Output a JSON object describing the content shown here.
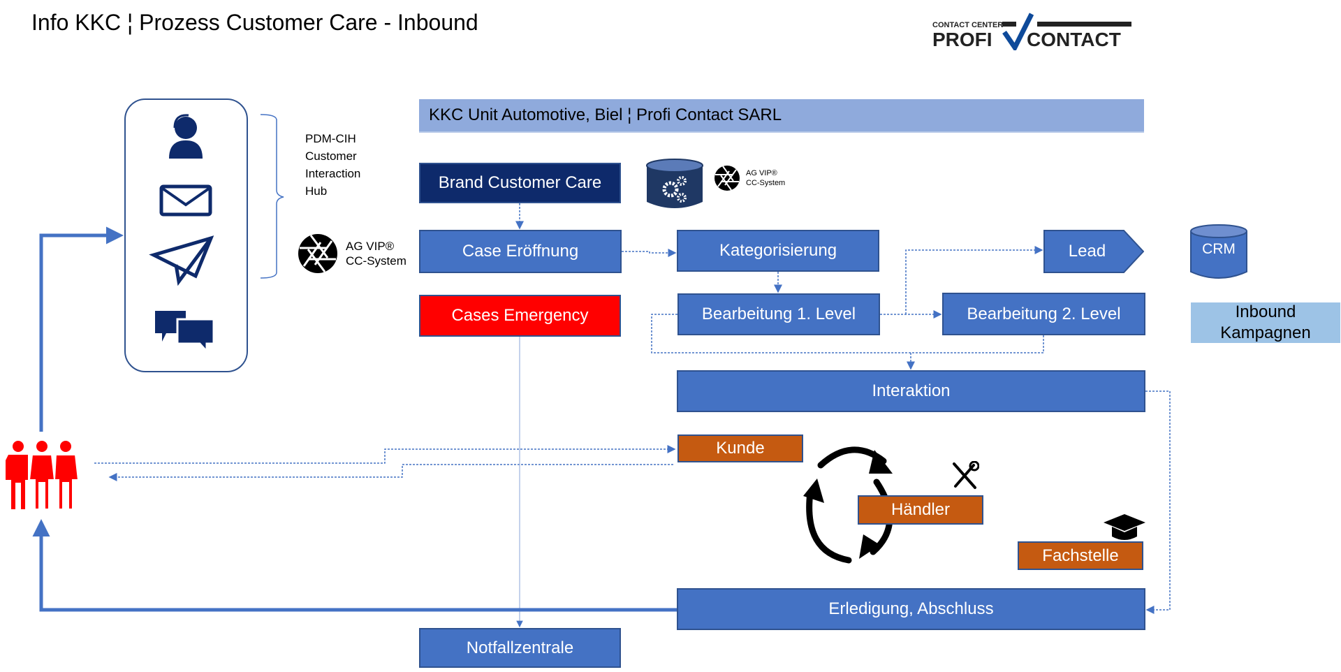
{
  "title": "Info KKC ¦ Prozess Customer Care - Inbound",
  "logo": {
    "top": "CONTACT CENTER",
    "left": "PROFI",
    "right": "CONTACT",
    "accent": "#0e4a9a"
  },
  "hub": {
    "lines": [
      "PDM-CIH",
      "Customer",
      "Interaction",
      "Hub"
    ],
    "channels": [
      "agent-headset-icon",
      "envelope-icon",
      "paper-plane-icon",
      "chat-bubbles-icon"
    ]
  },
  "ag_vip": {
    "name": "AG VIP®",
    "system": "CC-System"
  },
  "header_bar": "KKC Unit Automotive, Biel ¦ Profi Contact SARL",
  "nodes": {
    "brand": "Brand Customer Care",
    "case_open": "Case Eröffnung",
    "categorize": "Kategorisierung",
    "lead": "Lead",
    "crm": "CRM",
    "emergency": "Cases Emergency",
    "level1": "Bearbeitung 1. Level",
    "level2": "Bearbeitung 2. Level",
    "inbound": "Inbound Kampagnen",
    "interaction": "Interaktion",
    "customer": "Kunde",
    "dealer": "Händler",
    "specialist": "Fachstelle",
    "completion": "Erledigung, Abschluss",
    "emergency_center": "Notfallzentrale"
  },
  "colors": {
    "blue": "#4472c4",
    "navy": "#0e2a6b",
    "header": "#8faadc",
    "inbound": "#9dc3e6",
    "red": "#ff0000",
    "orange": "#c55a11",
    "people": "#ff0000"
  }
}
